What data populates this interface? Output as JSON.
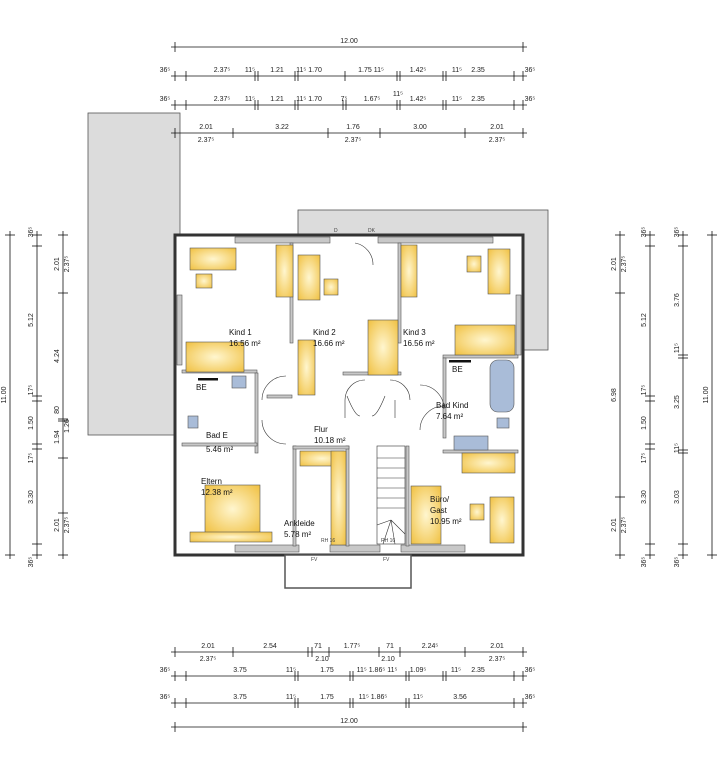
{
  "plan": {
    "overall_width": "12.00",
    "overall_depth": "11.00",
    "rooms": [
      {
        "name": "Kind 1",
        "area": "16.56 m²"
      },
      {
        "name": "Kind 2",
        "area": "16.66 m²"
      },
      {
        "name": "Kind 3",
        "area": "16.56 m²"
      },
      {
        "name": "Bad Kind",
        "area": "7.64 m²"
      },
      {
        "name": "Bad E",
        "area": "5.46 m²"
      },
      {
        "name": "Flur",
        "area": "10.18 m²"
      },
      {
        "name": "Eltern",
        "area": "12.38 m²"
      },
      {
        "name": "Ankleide",
        "area": "5.78 m²"
      },
      {
        "name": "Büro/",
        "name2": "Gast",
        "area": "10.95 m²"
      }
    ],
    "markers": {
      "be1": "BE",
      "be2": "BE",
      "d": "D",
      "dk": "DK",
      "fv": "FV",
      "rh1": "RH 16",
      "rh2": "RH 16"
    }
  },
  "dimensions": {
    "top": [
      [
        "12.00"
      ],
      [
        "36⁵",
        "2.37⁵",
        "11⁵",
        "1.21",
        "11⁵ 1.70",
        "1.75 11⁵",
        "1.42⁵",
        "11⁵",
        "2.35",
        "36⁵"
      ],
      [
        "36⁵",
        "2.37⁵",
        "11⁵",
        "1.21",
        "11⁵ 1.70",
        "7⁵",
        "1.67⁵",
        "11⁵",
        "1.42⁵",
        "11⁵",
        "2.35",
        "36⁵"
      ],
      [
        "2.01",
        "2.37⁵",
        "3.22",
        "1.76",
        "2.37⁵",
        "3.00",
        "2.01",
        "2.37⁵"
      ]
    ],
    "bottom": [
      [
        "2.01",
        "2.37⁵",
        "2.54",
        "71",
        "2.10",
        "1.77⁵",
        "71",
        "2.10",
        "2.24⁵",
        "2.01",
        "2.37⁵"
      ],
      [
        "36⁵",
        "3.75",
        "11⁵",
        "1.75",
        "11⁵ 1.86⁵ 11⁵",
        "1.09⁵",
        "11⁵",
        "2.35",
        "36⁵"
      ],
      [
        "36⁵",
        "3.75",
        "11⁵",
        "1.75",
        "11⁵ 1.86⁵",
        "11⁵",
        "3.56",
        "36⁵"
      ],
      [
        "12.00"
      ]
    ],
    "left": [
      [
        "11.00"
      ],
      [
        "36⁵",
        "5.12",
        "17⁵",
        "1.50",
        "17⁵",
        "3.30",
        "36⁵"
      ],
      [
        "2.01",
        "2.37⁵",
        "4.24",
        "80",
        "1.26",
        "1.94",
        "2.01",
        "2.37⁵"
      ]
    ],
    "right": [
      [
        "2.01",
        "2.37⁵",
        "6.98",
        "2.01",
        "2.37⁵"
      ],
      [
        "36⁵",
        "5.12",
        "17⁵",
        "1.50",
        "17⁵",
        "3.30",
        "36⁵"
      ],
      [
        "36⁵",
        "3.76",
        "11⁵",
        "3.25",
        "11⁵",
        "3.03",
        "36⁵"
      ],
      [
        "11.00"
      ]
    ]
  },
  "colors": {
    "wall": "#c8c8c8",
    "roof": "#dcdcdc",
    "furniture": "#f2c84b",
    "sanitary": "#8fa6c8"
  }
}
